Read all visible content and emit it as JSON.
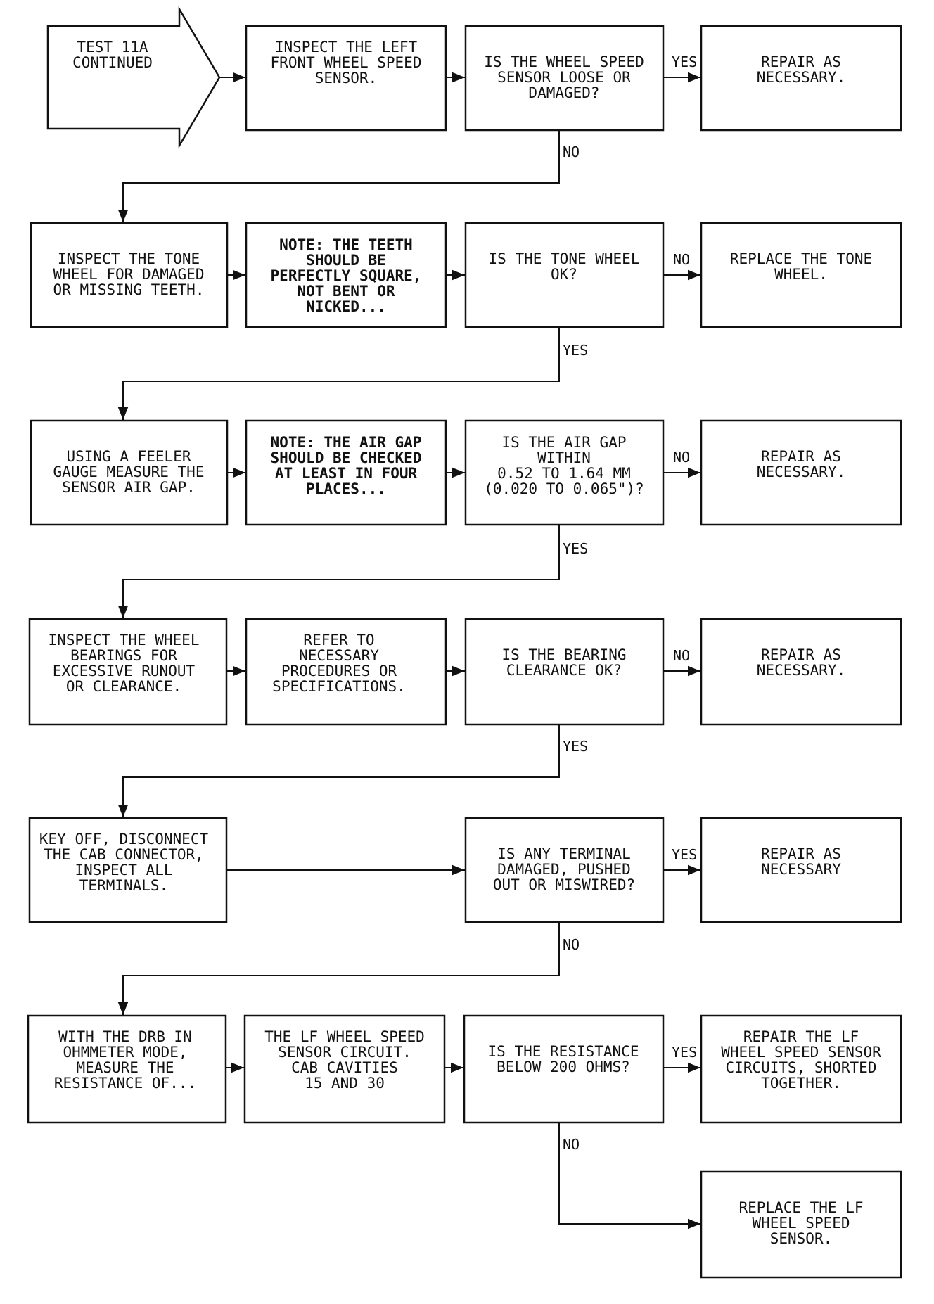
{
  "nodes": {
    "start": [
      "TEST 11A",
      "CONTINUED"
    ],
    "r1a": [
      "INSPECT THE LEFT",
      "FRONT WHEEL SPEED",
      "SENSOR."
    ],
    "r1q": [
      "IS THE WHEEL SPEED",
      "SENSOR LOOSE OR",
      "DAMAGED?"
    ],
    "r1out": [
      "REPAIR AS",
      "NECESSARY."
    ],
    "r2a": [
      "INSPECT THE TONE",
      "WHEEL FOR DAMAGED",
      "OR MISSING TEETH."
    ],
    "r2b": [
      "NOTE: THE TEETH",
      "SHOULD BE",
      "PERFECTLY SQUARE,",
      "NOT BENT OR",
      "NICKED..."
    ],
    "r2q": [
      "IS THE TONE WHEEL",
      "OK?"
    ],
    "r2out": [
      "REPLACE THE TONE",
      "WHEEL."
    ],
    "r3a": [
      "USING A FEELER",
      "GAUGE MEASURE THE",
      "SENSOR AIR GAP."
    ],
    "r3b": [
      "NOTE: THE AIR GAP",
      "SHOULD BE CHECKED",
      "AT LEAST IN FOUR",
      "PLACES..."
    ],
    "r3q": [
      "IS THE AIR GAP",
      "WITHIN",
      "0.52 TO 1.64 MM",
      "(0.020 TO 0.065\")?"
    ],
    "r3out": [
      "REPAIR AS",
      "NECESSARY."
    ],
    "r4a": [
      "INSPECT THE WHEEL",
      "BEARINGS FOR",
      "EXCESSIVE RUNOUT",
      "OR CLEARANCE."
    ],
    "r4b": [
      "REFER TO",
      "",
      "NECESSARY",
      "PROCEDURES OR",
      "SPECIFICATIONS."
    ],
    "r4q": [
      "IS THE BEARING",
      "CLEARANCE OK?"
    ],
    "r4out": [
      "REPAIR AS",
      "NECESSARY."
    ],
    "r5a": [
      "KEY OFF, DISCONNECT",
      "THE CAB CONNECTOR,",
      "INSPECT ALL",
      "TERMINALS."
    ],
    "r5q": [
      "IS ANY TERMINAL",
      "DAMAGED, PUSHED",
      "OUT OR MISWIRED?"
    ],
    "r5out": [
      "REPAIR AS",
      "NECESSARY"
    ],
    "r6a": [
      "WITH THE DRB IN",
      "OHMMETER MODE,",
      "MEASURE THE",
      "RESISTANCE OF..."
    ],
    "r6b": [
      "THE LF WHEEL SPEED",
      "SENSOR CIRCUIT.",
      "CAB CAVITIES",
      "15 AND 30"
    ],
    "r6q": [
      "IS THE RESISTANCE",
      "BELOW 200 OHMS?"
    ],
    "r6out": [
      "REPAIR THE LF",
      "WHEEL SPEED SENSOR",
      "CIRCUITS, SHORTED",
      "TOGETHER."
    ],
    "r7out": [
      "REPLACE THE LF",
      "WHEEL SPEED",
      "SENSOR."
    ]
  },
  "edge_labels": {
    "r1_yes": "YES",
    "r1_no": "NO",
    "r2_no": "NO",
    "r2_yes": "YES",
    "r3_no": "NO",
    "r3_yes": "YES",
    "r4_no": "NO",
    "r4_yes": "YES",
    "r5_yes": "YES",
    "r5_no": "NO",
    "r6_yes": "YES",
    "r6_no": "NO"
  }
}
